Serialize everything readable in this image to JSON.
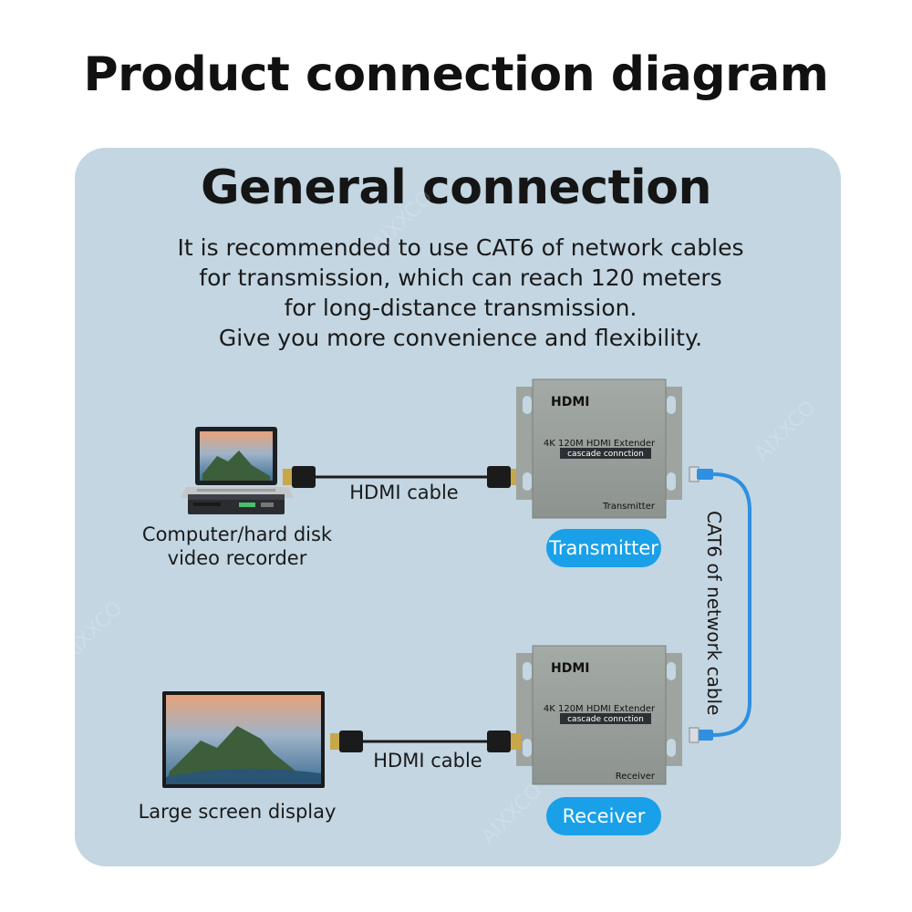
{
  "title": "Product connection diagram",
  "panel": {
    "heading": "General connection",
    "description": [
      "It is recommended to use CAT6 of network cables",
      "for transmission, which can reach 120 meters",
      "for long-distance transmission.",
      "Give you more convenience and flexibility."
    ]
  },
  "devices": {
    "source_label_line1": "Computer/hard disk",
    "source_label_line2": "video recorder",
    "display_label": "Large screen display",
    "hdmi_cable_top": "HDMI cable",
    "hdmi_cable_bottom": "HDMI cable",
    "network_cable": "CAT6 of network cable"
  },
  "extenders": {
    "transmitter": {
      "brand": "HDMI",
      "model": "4K 120M HDMI Extender",
      "mode": "cascade connction",
      "role": "Transmitter",
      "pill": "Transmitter"
    },
    "receiver": {
      "brand": "HDMI",
      "model": "4K 120M HDMI Extender",
      "mode": "cascade connction",
      "role": "Receiver",
      "pill": "Receiver"
    }
  },
  "watermark": "AIXXCO",
  "colors": {
    "panel": "#c3d6e2",
    "pill": "#1aa0e8",
    "extender_body": "#9aa09c",
    "network_cable": "#2f8fe0"
  }
}
